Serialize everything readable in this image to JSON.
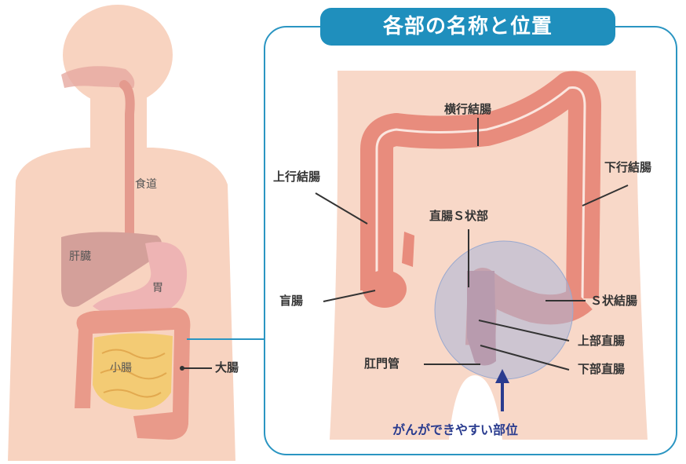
{
  "panel": {
    "title": "各部の名称と位置",
    "labels": {
      "transverse": "横行結腸",
      "ascending": "上行結腸",
      "descending": "下行結腸",
      "rectosigmoid": "直腸Ｓ状部",
      "cecum": "盲腸",
      "sigmoid": "Ｓ状結腸",
      "upper_rectum": "上部直腸",
      "lower_rectum": "下部直腸",
      "anal_canal": "肛門管"
    },
    "callout": "がんができやすい部位"
  },
  "body_figure": {
    "labels": {
      "esophagus": "食道",
      "liver": "肝臓",
      "stomach": "胃",
      "small_intestine": "小腸",
      "large_intestine": "大腸"
    }
  },
  "colors": {
    "title_bg": "#1f8fbd",
    "frame": "#2a95c2",
    "skin": "#f8d3c0",
    "colon": "#e88c7d",
    "highlight": "#a9b7d8",
    "arrow": "#2a3c8f"
  }
}
